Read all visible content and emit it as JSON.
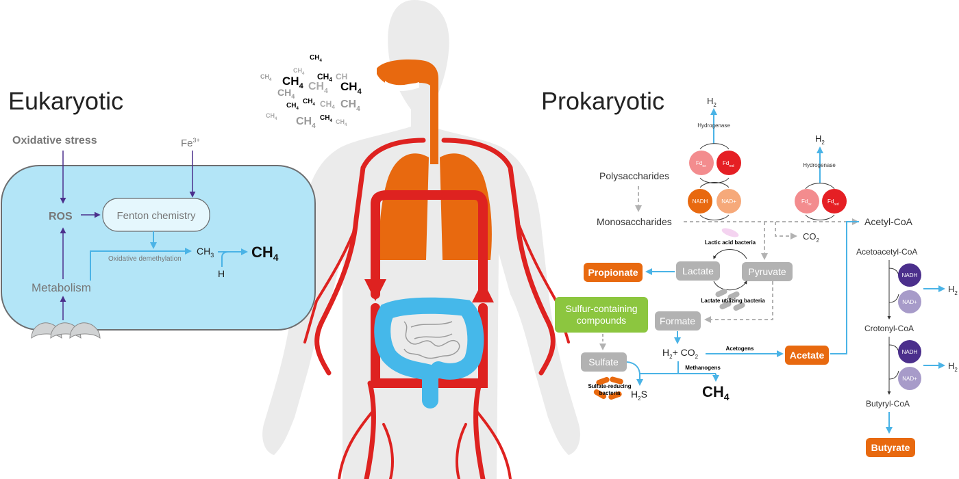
{
  "eukaryotic": {
    "title": "Eukaryotic",
    "oxidative_stress": "Oxidative stress",
    "fe": "Fe",
    "fe_sup": "3+",
    "ros": "ROS",
    "fenton": "Fenton chemistry",
    "oxidative_demethylation": "Oxidative demethylation",
    "ch3": "CH",
    "ch3_sub": "3",
    "h": "H",
    "ch4": "CH",
    "ch4_sub": "4",
    "metabolism": "Metabolism"
  },
  "methane_cloud": {
    "ch": "CH",
    "sub": "4"
  },
  "prokaryotic": {
    "title": "Prokaryotic",
    "h2_top": "H",
    "h2_sub": "2",
    "hydrogenase_1": "Hydrogenase",
    "hydrogenase_2": "Hydrogenase",
    "fd": "Fd",
    "fd_ox_sub": "ox",
    "fd_red_sub": "red",
    "nadh": "NADH",
    "nad_plus": "NAD+",
    "polysaccharides": "Polysaccharides",
    "monosaccharides": "Monosaccharides",
    "acetyl_coa": "Acetyl-CoA",
    "lactic_acid_bacteria": "Lactic acid bacteria",
    "co2": "CO",
    "co2_sub": "2",
    "lactate": "Lactate",
    "pyruvate": "Pyruvate",
    "propionate": "Propionate",
    "lactate_utilizing_bacteria": "Lactate utilizing bacteria",
    "sulfur_compounds_line1": "Sulfur-containing",
    "sulfur_compounds_line2": "compounds",
    "formate": "Formate",
    "h2_co2_h": "H",
    "h2_co2_plus": "+ CO",
    "acetogens": "Acetogens",
    "acetate": "Acetate",
    "methanogens": "Methanogens",
    "sulfate": "Sulfate",
    "sulfate_reducing_line1": "Sulfate-reducing",
    "sulfate_reducing_line2": "bacteria",
    "h2s_h": "H",
    "h2s_s": "S",
    "ch4": "CH",
    "ch4_sub": "4",
    "acetoacetyl_coa": "Acetoacetyl-CoA",
    "crotonyl_coa": "Crotonyl-CoA",
    "butyryl_coa": "Butyryl-CoA",
    "butyrate": "Butyrate"
  },
  "colors": {
    "blue_arrow": "#4ab3e6",
    "purple_arrow": "#4b2f8c",
    "orange": "#e8690f",
    "red_vessel": "#de2220",
    "cell_fill": "#b3e5f7",
    "grey_box": "#b2b2b2",
    "green_box": "#8cc63f",
    "body": "#ebebeb"
  }
}
